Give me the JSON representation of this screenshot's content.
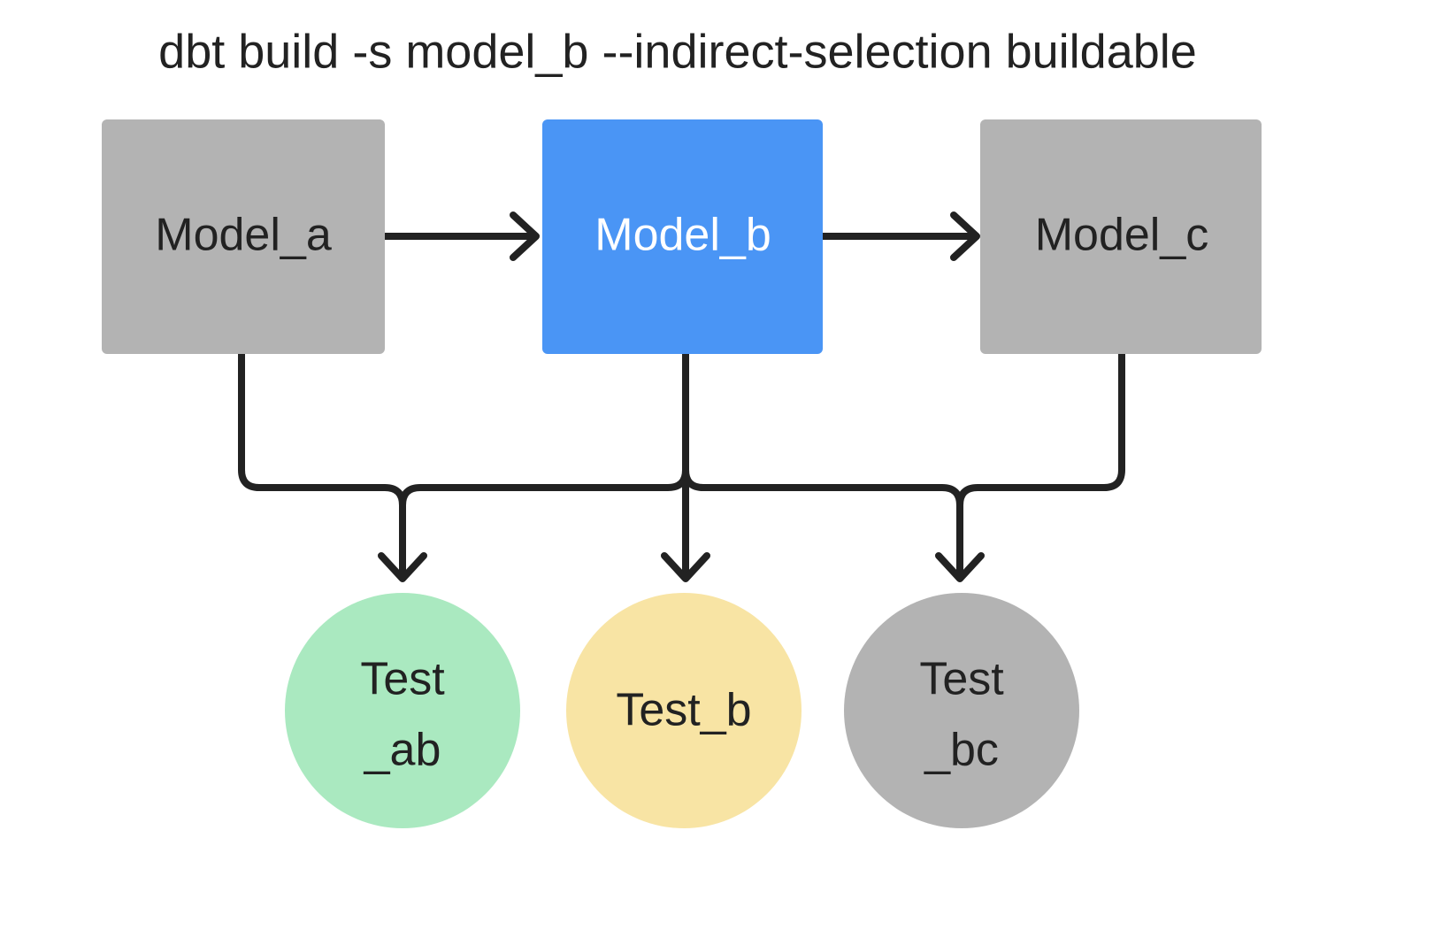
{
  "diagram": {
    "title": "dbt build -s model_b --indirect-selection buildable",
    "background_color": "#ffffff",
    "edge_color": "#222222",
    "nodes": [
      {
        "id": "model_a",
        "label": "Model_a",
        "shape": "rectangle",
        "fill": "#b3b3b3",
        "text_color": "#222222",
        "selected": false
      },
      {
        "id": "model_b",
        "label": "Model_b",
        "shape": "rectangle",
        "fill": "#4a95f5",
        "text_color": "#ffffff",
        "selected": true
      },
      {
        "id": "model_c",
        "label": "Model_c",
        "shape": "rectangle",
        "fill": "#b3b3b3",
        "text_color": "#222222",
        "selected": false
      },
      {
        "id": "test_ab",
        "label_line1": "Test",
        "label_line2": "_ab",
        "shape": "circle",
        "fill": "#aae9c0",
        "text_color": "#222222",
        "selected": false
      },
      {
        "id": "test_b",
        "label_line1": "Test_b",
        "label_line2": "",
        "shape": "circle",
        "fill": "#f8e4a4",
        "text_color": "#222222",
        "selected": false
      },
      {
        "id": "test_bc",
        "label_line1": "Test",
        "label_line2": "_bc",
        "shape": "circle",
        "fill": "#b3b3b3",
        "text_color": "#222222",
        "selected": false
      }
    ],
    "edges": [
      {
        "from": "model_a",
        "to": "model_b",
        "style": "arrow-right"
      },
      {
        "from": "model_b",
        "to": "model_c",
        "style": "arrow-right"
      },
      {
        "from": "model_a",
        "to": "test_ab",
        "style": "elbow-down"
      },
      {
        "from": "model_b",
        "to": "test_ab",
        "style": "elbow-down"
      },
      {
        "from": "model_b",
        "to": "test_b",
        "style": "straight-down"
      },
      {
        "from": "model_b",
        "to": "test_bc",
        "style": "elbow-down"
      },
      {
        "from": "model_c",
        "to": "test_bc",
        "style": "elbow-down"
      }
    ]
  }
}
